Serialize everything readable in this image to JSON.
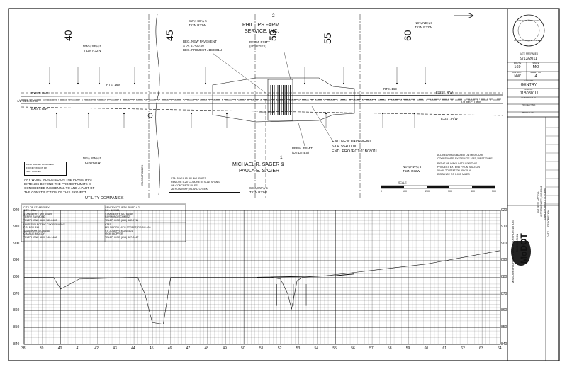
{
  "plan": {
    "route_label": "RTE. 169",
    "exist_rw": "EXIST. R/W",
    "sec_line": "SEC. LINE",
    "half_sec_line": "1/2 SEC. LINE",
    "owner_2_num": "2",
    "owner_2_name": [
      "PHILLIPS FARM",
      "SERVICE, INC."
    ],
    "owner_1_num": "1",
    "owner_1_name": [
      "MICHAEL R. SAGER &",
      "PAULA E. SAGER"
    ],
    "section_labels": [
      [
        "SW¼ SE¼ 5",
        "T62N R32W"
      ],
      [
        "NW¼ SE¼ 5",
        "T62N R32W"
      ],
      [
        "NE¼ NE¼ 8",
        "T62N R32W"
      ],
      [
        "NE¼ SW¼ 5",
        "T62N R32W"
      ],
      [
        "SE¼ SW¼ 5",
        "T62N R32W"
      ],
      [
        "NE¼ NW¼ 8",
        "T62N R32W"
      ]
    ],
    "station_numbers": [
      "40",
      "45",
      "50",
      "55",
      "60"
    ],
    "beg_pavement": [
      "BEG. NEW PAVEMENT",
      "STA. 51+00.00",
      "BEG. PROJECT J1B0801U"
    ],
    "end_pavement": [
      "END NEW PAVEMENT",
      "STA. 55+00.00",
      "END. PROJECT J1B0801U"
    ],
    "perm_esmt_1": [
      "PERM. ESM'T.",
      "(UTILITIES)"
    ],
    "perm_esmt_2": [
      "PERM. ESM'T.",
      "(UTILITIES)"
    ],
    "creek": "WILDCAT CREEK",
    "bridge_note": [
      "STA. 52+18.85 BR. NO. F0527",
      "REMOVE 5-25' CONCRETE SLAB SPANS",
      "ON CONCRETE PILES",
      "26' ROADWAY; ISLAND CREEK"
    ],
    "utility_note": [
      "ANY WORK INDICATED ON THE PLANS THAT",
      "EXTENDS BEYOND THE PROJECT LIMITS IS",
      "CONSIDERED INCIDENTAL TO AND A PART OF",
      "THE CONSTRUCTION OF THIS PROJECT."
    ],
    "survey_note": [
      "LAND SURVEY MONUMENT",
      "FOUND 5/8 IRON PIN",
      "SEC. CORNER"
    ],
    "bearings_note": [
      "ALL BEARINGS BASED ON MISSOURI",
      "COORDINATE SYSTEM OF 1983, WEST ZONE"
    ],
    "row_note": [
      "RIGHT OF WAY LIMITS FOR THIS",
      "PROJECT EXTEND FROM STATION",
      "50+50 TO STATION 55+25; A",
      "DISTANCE OF 0.095 MILES"
    ],
    "scale": {
      "label": "SCALE",
      "ticks": [
        "0",
        "100",
        "200",
        "300",
        "400",
        "500"
      ]
    }
  },
  "utility": {
    "title": "UTILITY COMPANIES",
    "entries": [
      [
        "CITY OF STANBERRY",
        "CITY HALL",
        "STANBERRY, MO 64489",
        "TERRY RAYMOND",
        "TELEPHONE (660) 783-2422"
      ],
      [
        "GENTRY COUNTY PWSD # 2",
        "P.O. BOX 224",
        "STANBERRY, MO 64489",
        "RAYMOND SCHMITZ",
        "TELEPHONE (660) 582-9711"
      ],
      [
        "UNITED ELECTRIC COOPERATIVE",
        "P.O. BOX 319",
        "SAVANNAH, MO 64485",
        "CHARLIE MCCOY",
        "TELEPHONE (800) 746-1488"
      ],
      [
        "AT&T",
        "220 NORTH 10TH STREET, ROOM 406",
        "ST. JOSEPH, MO 64501",
        "VICKI HOPPER",
        "TELEPHONE (816) 387-2447"
      ]
    ]
  },
  "profile": {
    "y_ticks": [
      "920",
      "910",
      "900",
      "890",
      "880",
      "870",
      "860",
      "850",
      "840"
    ],
    "x_ticks": [
      "38",
      "39",
      "40",
      "41",
      "42",
      "43",
      "44",
      "45",
      "46",
      "47",
      "48",
      "49",
      "50",
      "51",
      "52",
      "53",
      "54",
      "55",
      "56",
      "57",
      "58",
      "59",
      "60",
      "61",
      "62",
      "63",
      "64"
    ]
  },
  "title_block": {
    "seal": [
      "STATE OF MISSOURI",
      "PROFESSIONAL ENGINEER"
    ],
    "date_label": "DATE PREPARED",
    "date": "9/13/2011",
    "route_hdr": "ROUTE",
    "route": "169",
    "state_hdr": "STATE",
    "state": "MO",
    "district_hdr": "DISTRICT",
    "district": "NW",
    "sheet_hdr": "SHEET NO.",
    "sheet": "4",
    "county_hdr": "COUNTY",
    "county": "GENTRY",
    "job_hdr": "JOB NO.",
    "job": "J1B0801U",
    "contract_hdr": "CONTRACT ID.",
    "project_hdr": "PROJECT NO.",
    "bridge_hdr": "BRIDGE NO.",
    "description": "DESCRIPTION",
    "date_col": "DATE",
    "agency": [
      "MISSOURI HIGHWAYS AND TRANSPORTATION",
      "COMMISSION"
    ],
    "address": [
      "105 WEST CAPITOL",
      "JEFFERSON CITY, MO 65102",
      "1-888-ASK-MODOT (275-6636)"
    ],
    "logo_text": "MoDOT"
  }
}
